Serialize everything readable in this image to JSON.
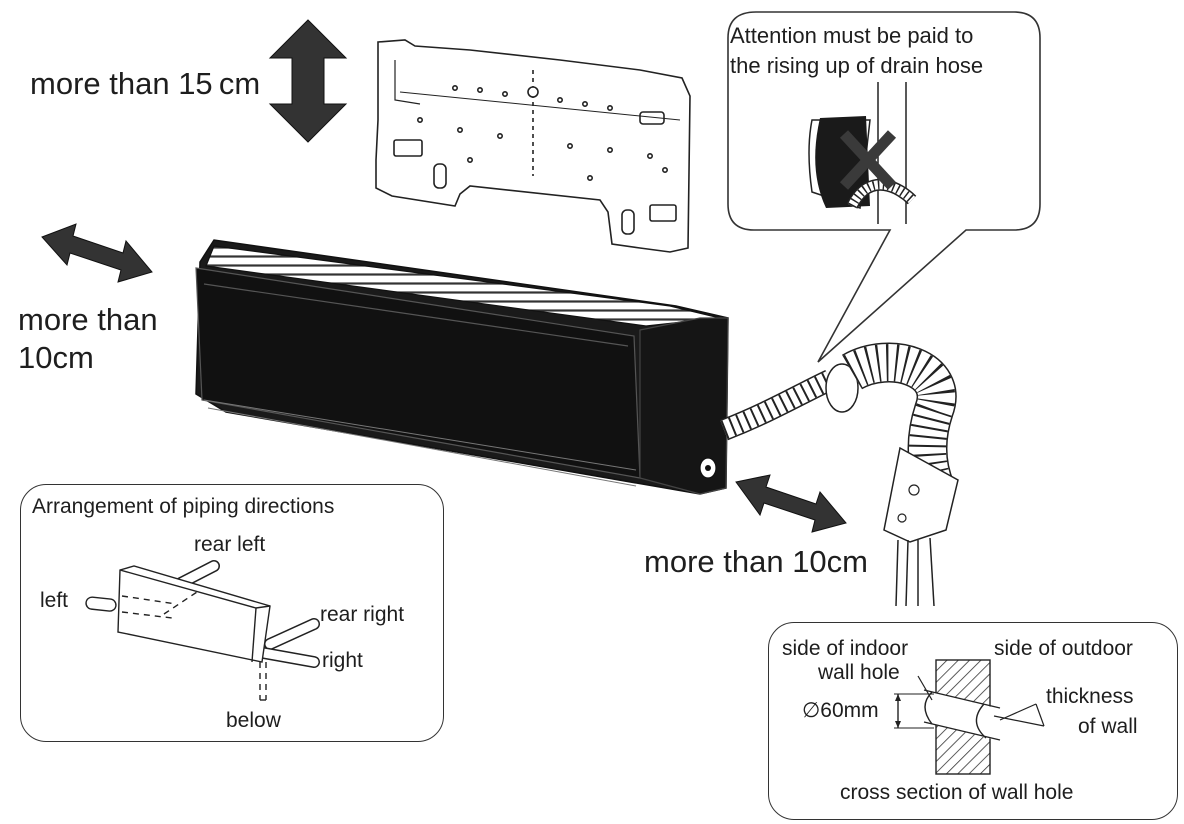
{
  "clearance": {
    "top": "more than 15 cm",
    "left_line1": "more than",
    "left_line2": "10cm",
    "right": "more than 10cm"
  },
  "drain_note": {
    "line1": "Attention must be paid to",
    "line2": "the rising up of drain hose"
  },
  "piping": {
    "title": "Arrangement of piping directions",
    "rear_left": "rear left",
    "left": "left",
    "rear_right": "rear right",
    "right": "right",
    "below": "below"
  },
  "wall_hole": {
    "indoor_line1": "side of indoor",
    "indoor_line2": "wall hole",
    "outdoor": "side of outdoor",
    "diameter": "∅60mm",
    "thickness_line1": "thickness",
    "thickness_line2": "of wall",
    "caption": "cross section of wall hole"
  },
  "colors": {
    "ink": "#1e1e1e",
    "arrow_fill": "#333333",
    "unit_dark": "#1a1a1a"
  }
}
